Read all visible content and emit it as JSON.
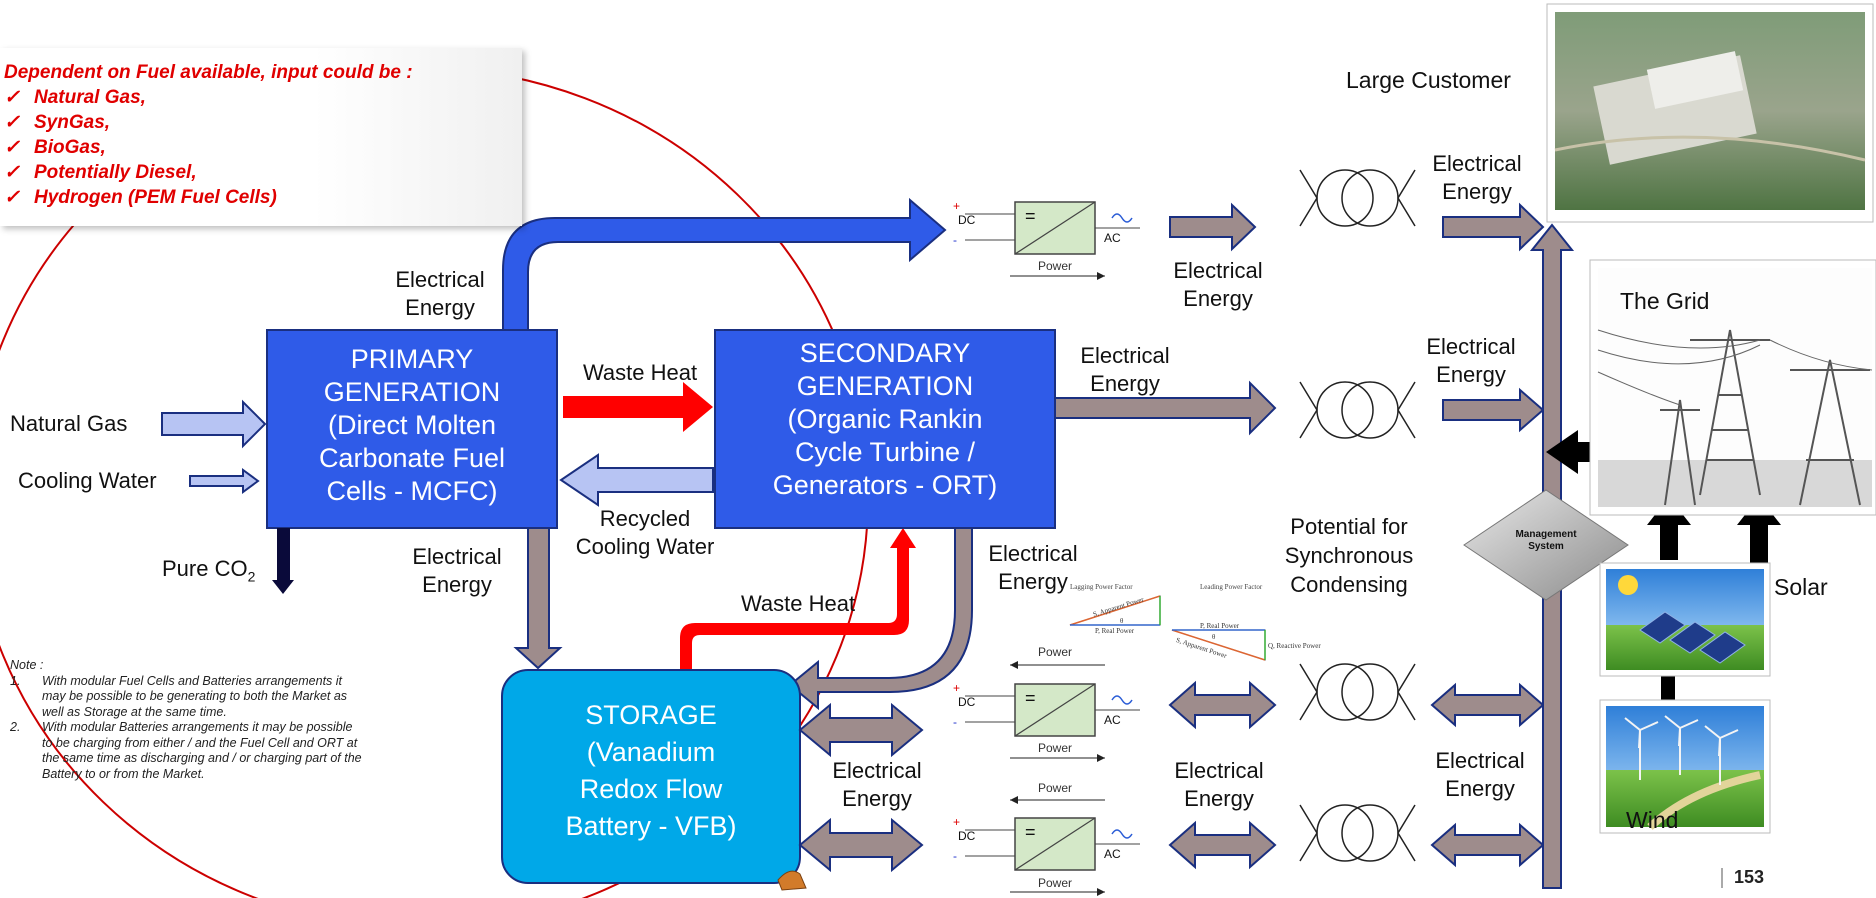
{
  "fuel_box": {
    "heading": "Dependent on Fuel available, input could be :",
    "items": [
      "Natural Gas,",
      "SynGas,",
      "BioGas,",
      "Potentially Diesel,",
      "Hydrogen (PEM Fuel Cells)"
    ]
  },
  "primary": {
    "lines": [
      "PRIMARY",
      "GENERATION",
      "(Direct Molten",
      "Carbonate Fuel",
      "Cells - MCFC)"
    ]
  },
  "secondary": {
    "lines": [
      "SECONDARY",
      "GENERATION",
      "(Organic Rankin",
      "Cycle Turbine /",
      "Generators - ORT)"
    ]
  },
  "storage": {
    "lines": [
      "STORAGE",
      "(Vanadium",
      "Redox Flow",
      "Battery - VFB)"
    ]
  },
  "labels": {
    "natural_gas": "Natural Gas",
    "cooling_water": "Cooling Water",
    "pure_co2": "Pure CO",
    "pure_co2_sub": "2",
    "waste_heat_1": "Waste Heat",
    "waste_heat_2": "Waste Heat",
    "recycled_cooling": [
      "Recycled",
      "Cooling Water"
    ],
    "electrical_energy": [
      "Electrical",
      "Energy"
    ],
    "potential_sync": [
      "Potential for",
      "Synchronous",
      "Condensing"
    ],
    "management_system": [
      "Management",
      "System"
    ]
  },
  "inverter": {
    "dc": "DC",
    "ac": "AC",
    "power": "Power",
    "plus": "+",
    "minus": "-",
    "eq": "="
  },
  "triangles": {
    "lagging": "Lagging Power Factor",
    "leading": "Leading Power Factor",
    "s_apparent": "S, Apparent Power",
    "p_real": "P, Real Power",
    "q_reactive": "Q, Reactive Power",
    "theta": "θ"
  },
  "destinations": {
    "large_customer": "Large Customer",
    "grid": "The Grid",
    "solar": "Solar",
    "wind": "Wind"
  },
  "note": {
    "title": "Note :",
    "items": [
      {
        "num": "1.",
        "lines": [
          "With modular Fuel Cells and Batteries arrangements it",
          "may be possible to be generating to both the Market as",
          "well as Storage at the same time."
        ]
      },
      {
        "num": "2.",
        "lines": [
          "With modular Batteries arrangements it may be possible",
          "to be charging from either / and the Fuel Cell and ORT at",
          "the same time as discharging and / or charging part of the",
          "Battery to or from the Market."
        ]
      }
    ]
  },
  "page_number": "153",
  "colors": {
    "primary_blue": "#2f5be8",
    "storage_cyan": "#00a8e8",
    "arrow_brown": "#9e8c8c",
    "arrow_blue_light": "#b7c4f3",
    "arrow_red": "#ff0000",
    "fuel_text_red": "#e00000"
  }
}
